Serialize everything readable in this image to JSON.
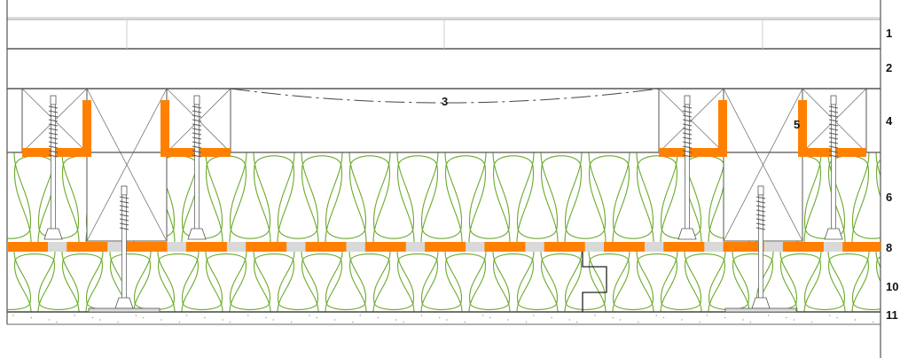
{
  "diagram": {
    "type": "construction section detail",
    "layer_labels": [
      {
        "id": "1",
        "text": "1"
      },
      {
        "id": "2",
        "text": "2"
      },
      {
        "id": "4",
        "text": "4"
      },
      {
        "id": "6",
        "text": "6"
      },
      {
        "id": "8",
        "text": "8"
      },
      {
        "id": "10",
        "text": "10"
      },
      {
        "id": "11",
        "text": "11"
      }
    ],
    "inline_labels": [
      {
        "id": "3",
        "text": "3"
      },
      {
        "id": "5",
        "text": "5"
      }
    ],
    "colors": {
      "bracket": "#ff8000",
      "insulation": "#6aaa2a",
      "membrane": "#d9d9d9",
      "line": "#444444"
    }
  }
}
